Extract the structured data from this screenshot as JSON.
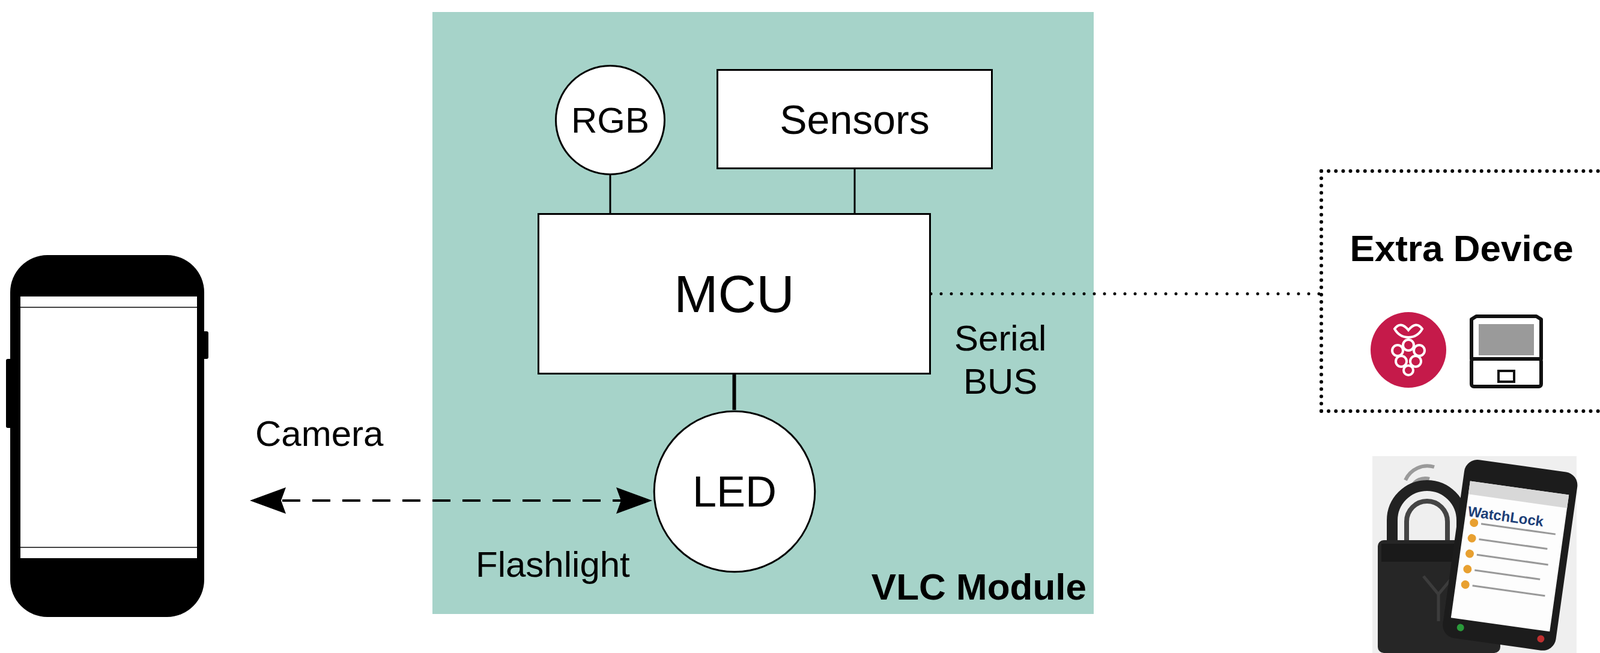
{
  "diagram": {
    "nodes": [
      {
        "text": [
          "VLC Module"
        ]
      },
      {
        "text": [
          "RGB"
        ],
        "in": 0
      },
      {
        "text": [
          "Sensors"
        ],
        "in": 0
      },
      {
        "text": [
          "MCU"
        ],
        "in": 0
      },
      {
        "text": [
          "LED"
        ],
        "in": 0
      },
      {
        "text": [
          "Extra Device"
        ]
      }
    ],
    "edges": [
      {
        "from": 1,
        "to": 3,
        "arrow": "none"
      },
      {
        "from": 2,
        "to": 3,
        "arrow": "none"
      },
      {
        "from": 3,
        "to": 4,
        "arrow": "none"
      },
      {
        "from": 3,
        "to": 5,
        "arrow": "none",
        "label": "Serial BUS"
      }
    ],
    "labels": [
      "Camera",
      "Flashlight",
      "WatchLock"
    ]
  }
}
